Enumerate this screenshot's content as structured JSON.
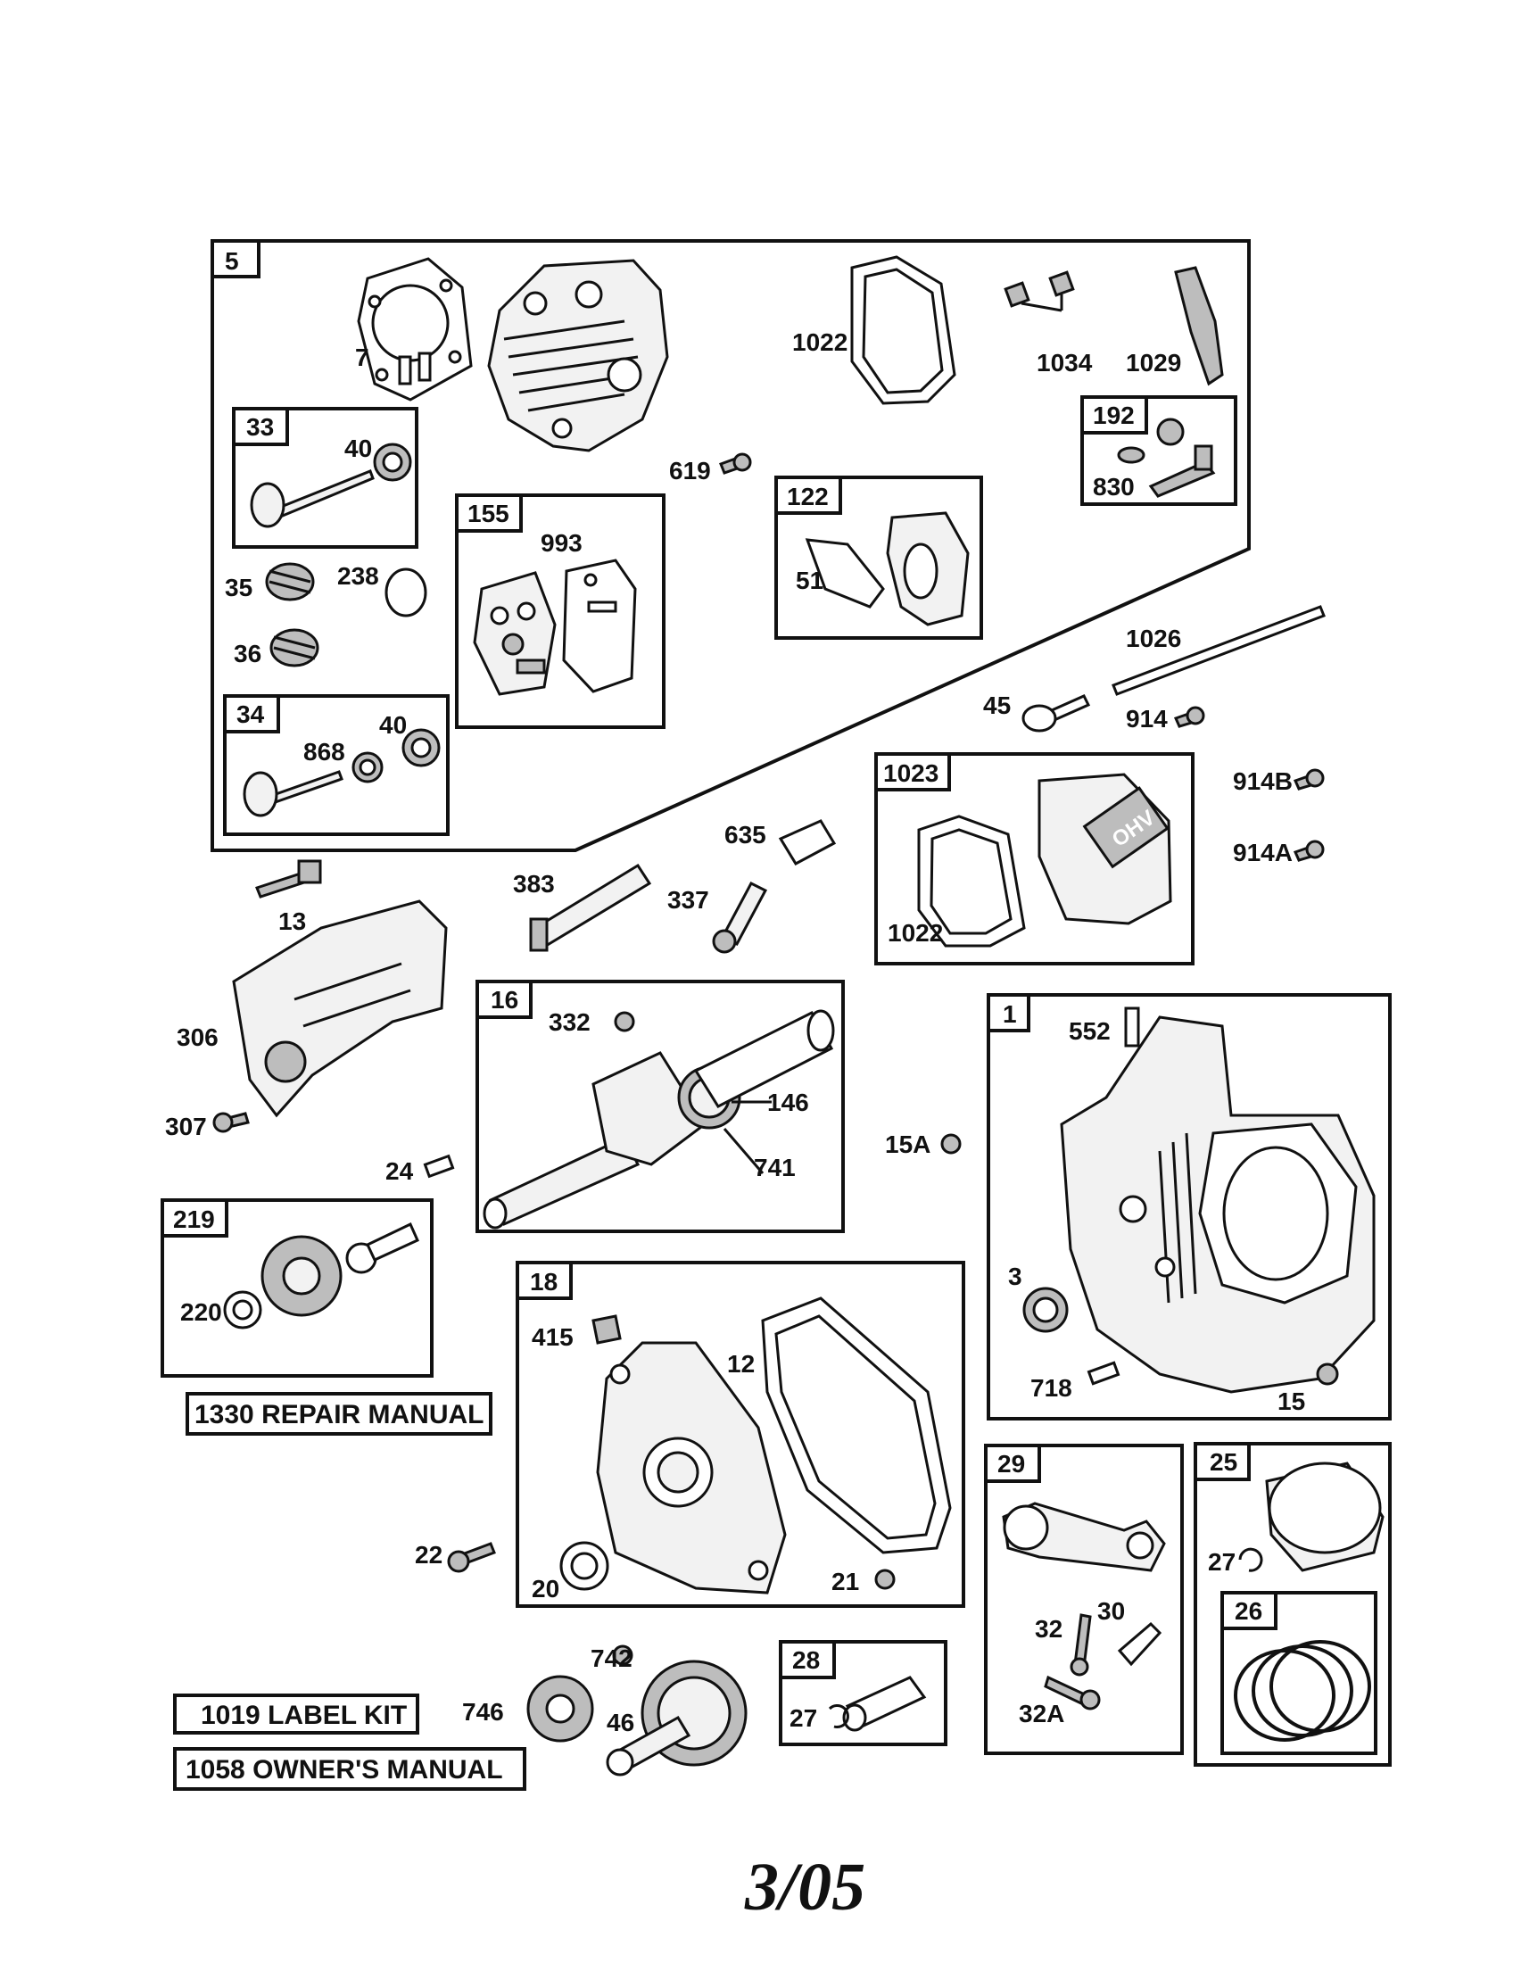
{
  "group_boxes": {
    "b5": "5",
    "b33": "33",
    "b34": "34",
    "b155": "155",
    "b122": "122",
    "b192": "192",
    "b1023": "1023",
    "b16": "16",
    "b1": "1",
    "b219": "219",
    "b18": "18",
    "b29": "29",
    "b25": "25",
    "b26": "26",
    "b28": "28"
  },
  "callouts": {
    "c7": "7",
    "c1022a": "1022",
    "c1034": "1034",
    "c1029": "1029",
    "c40a": "40",
    "c619": "619",
    "c830": "830",
    "c993": "993",
    "c35": "35",
    "c238": "238",
    "c36": "36",
    "c51": "51",
    "c868": "868",
    "c40b": "40",
    "c1026": "1026",
    "c45": "45",
    "c914": "914",
    "c914b": "914B",
    "c914a": "914A",
    "c635": "635",
    "c383": "383",
    "c337": "337",
    "c13": "13",
    "c1022b": "1022",
    "c306": "306",
    "c332": "332",
    "c146": "146",
    "c741": "741",
    "c552": "552",
    "c307": "307",
    "c15a": "15A",
    "c24": "24",
    "c220": "220",
    "c3": "3",
    "c415": "415",
    "c12": "12",
    "c718": "718",
    "c15": "15",
    "c22": "22",
    "c20": "20",
    "c21": "21",
    "c27a": "27",
    "c742": "742",
    "c32": "32",
    "c30": "30",
    "c746": "746",
    "c46": "46",
    "c27b": "27",
    "c32a": "32A"
  },
  "manuals": {
    "repair": "1330 REPAIR MANUAL",
    "label_kit": "1019 LABEL KIT",
    "owners": "1058 OWNER'S MANUAL"
  },
  "cover_badge": "OHV",
  "footer": {
    "date_code": "3/05"
  }
}
